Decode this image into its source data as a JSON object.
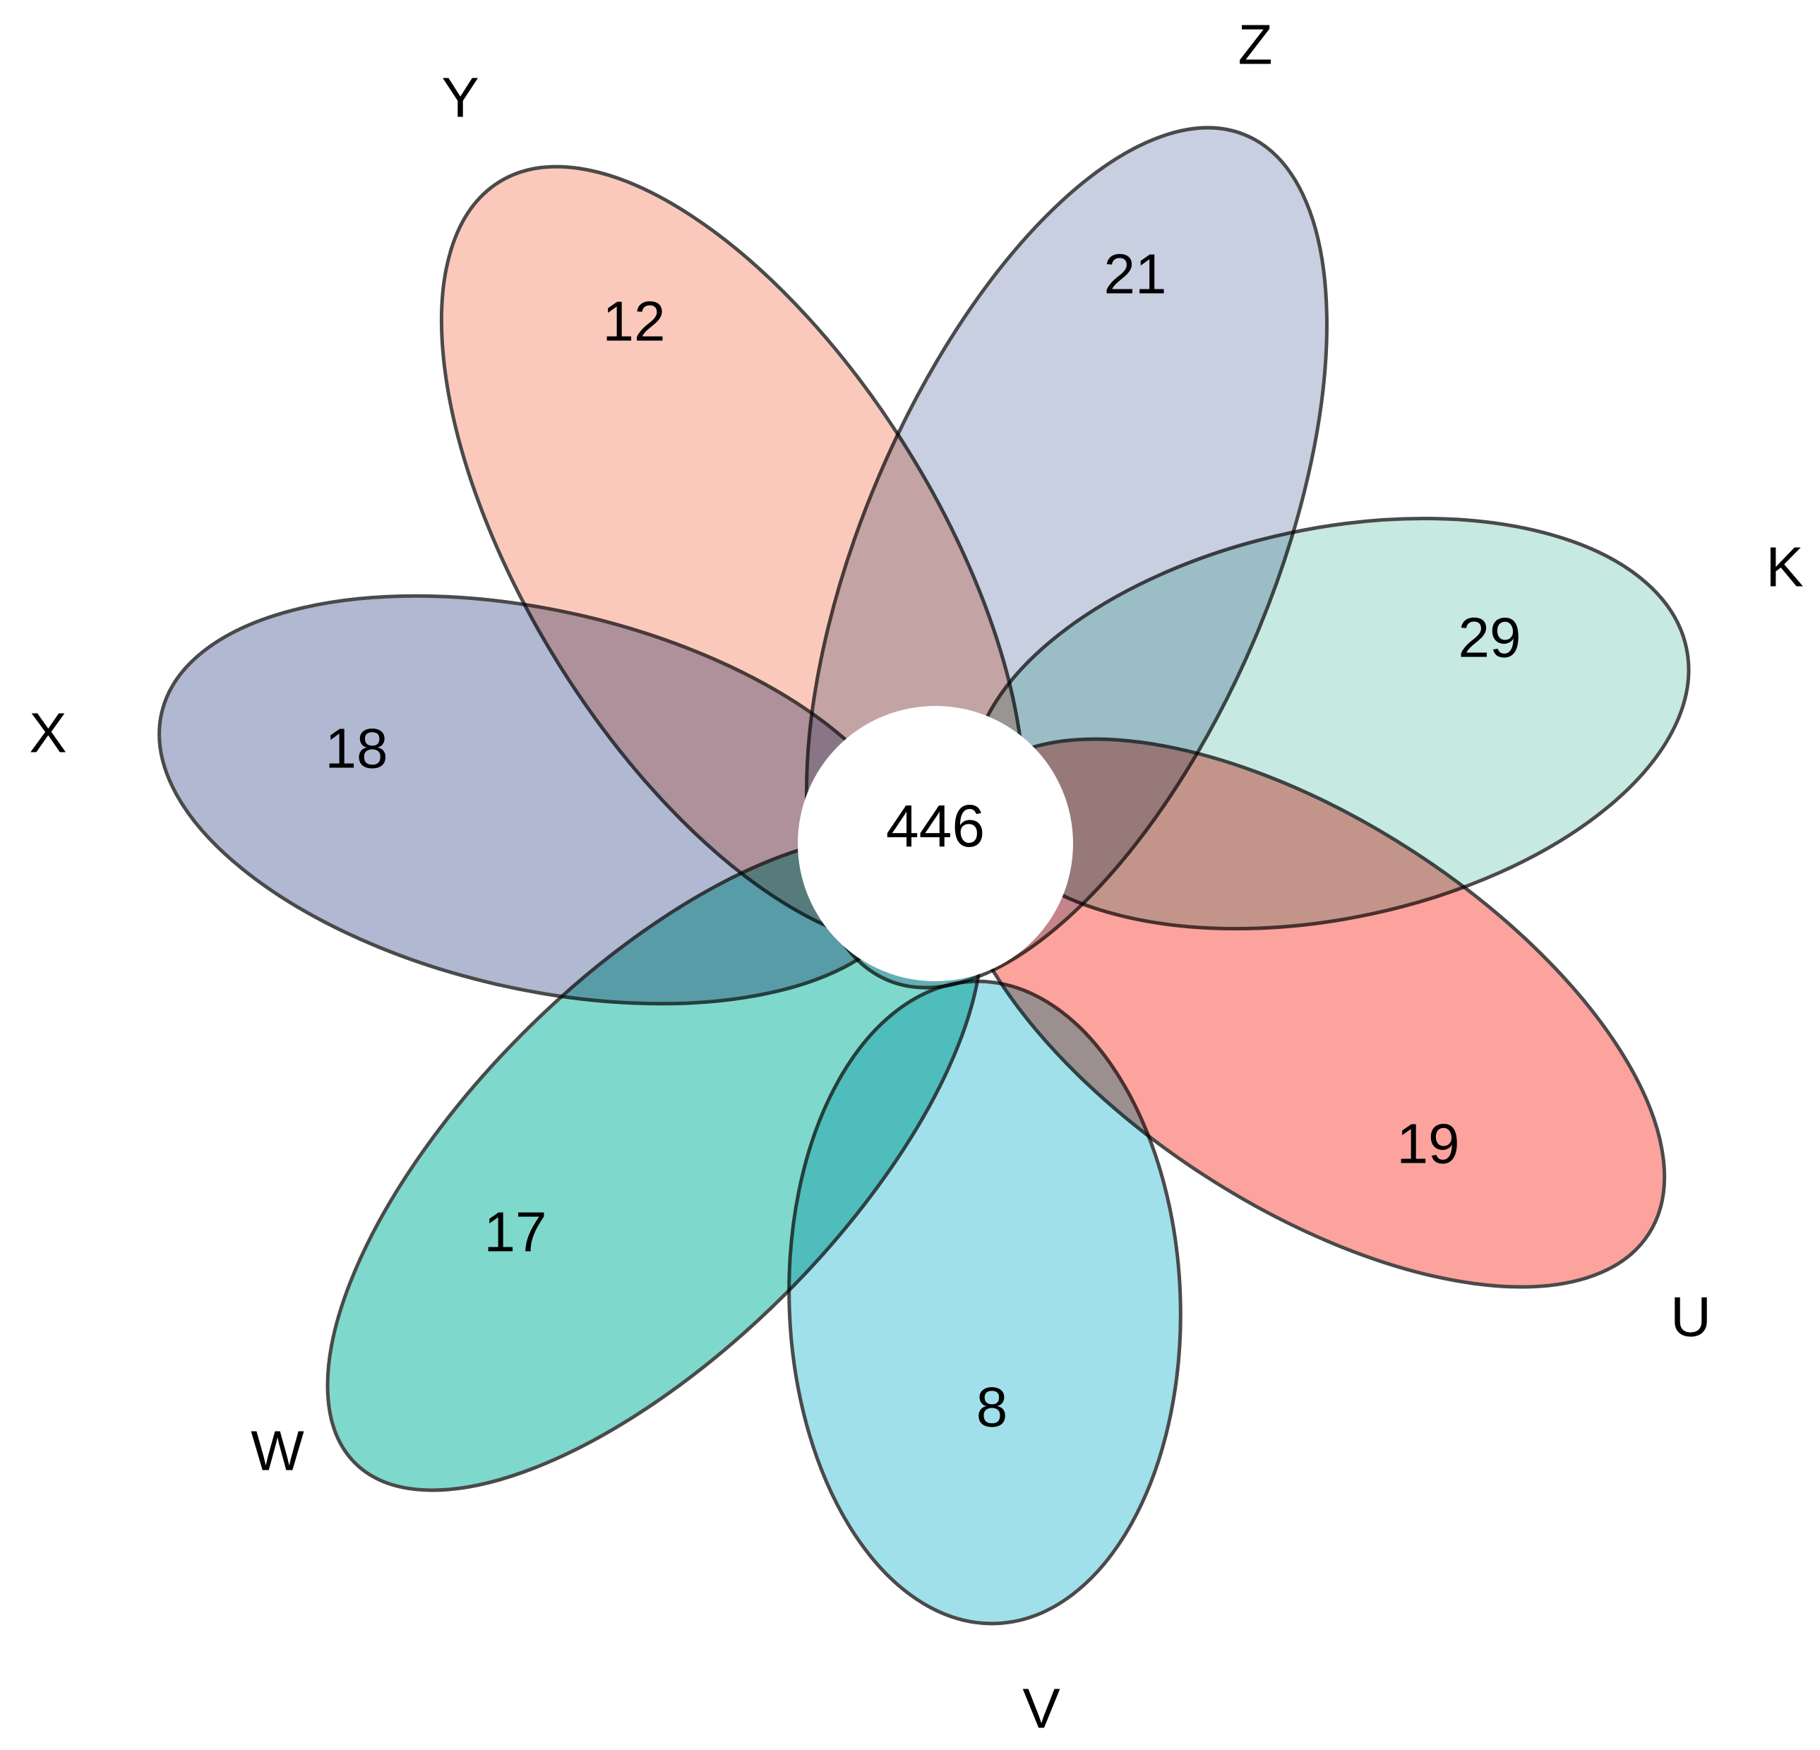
{
  "diagram": {
    "type": "flower-venn",
    "core": {
      "value": "446"
    },
    "sets": [
      {
        "name": "Y",
        "unique": "12",
        "color": "#fbc9bc"
      },
      {
        "name": "Z",
        "unique": "21",
        "color": "#c7cfe0"
      },
      {
        "name": "K",
        "unique": "29",
        "color": "#c6e9e2"
      },
      {
        "name": "U",
        "unique": "19",
        "color": "#fba39c"
      },
      {
        "name": "V",
        "unique": "8",
        "color": "#9fe0eb"
      },
      {
        "name": "W",
        "unique": "17",
        "color": "#7fd8cc"
      },
      {
        "name": "X",
        "unique": "18",
        "color": "#b1b8d2"
      }
    ]
  }
}
